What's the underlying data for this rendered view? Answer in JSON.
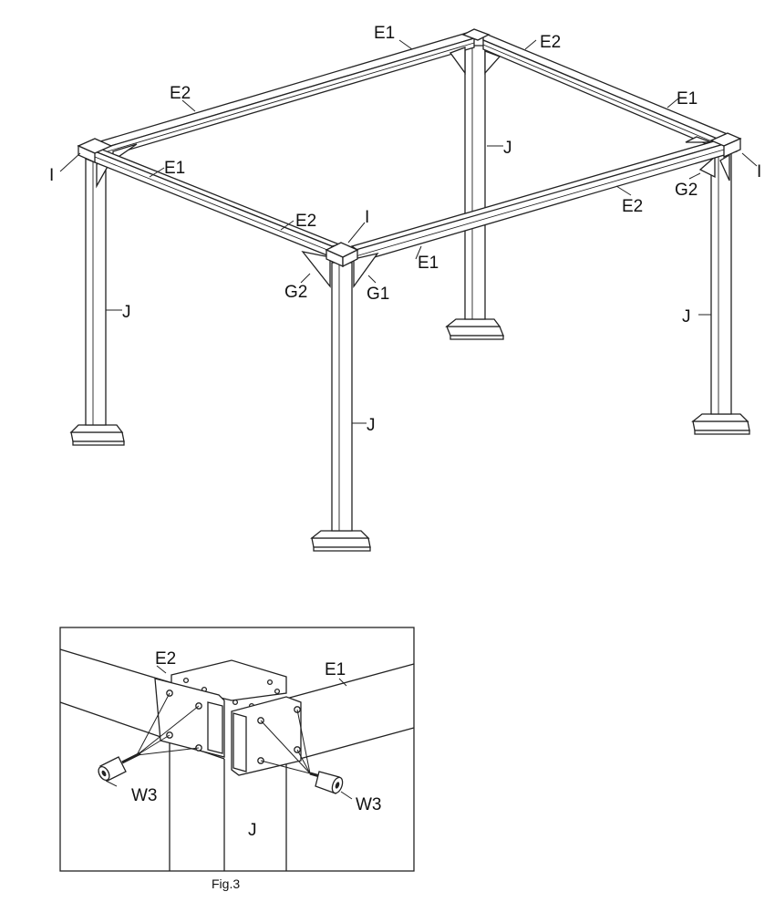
{
  "main_labels": {
    "e1_back": "E1",
    "e2_back_right": "E2",
    "e2_left": "E2",
    "e1_right": "E1",
    "j_back": "J",
    "i_left": "I",
    "e1_front_left": "E1",
    "i_right": "I",
    "g2_right": "G2",
    "e2_front_right": "E2",
    "e2_front_left": "E2",
    "i_front": "I",
    "e1_front": "E1",
    "g2_front": "G2",
    "g1_front": "G1",
    "j_left": "J",
    "j_right": "J",
    "j_front": "J"
  },
  "detail": {
    "e2": "E2",
    "e1": "E1",
    "w3_left": "W3",
    "w3_right": "W3",
    "j": "J",
    "caption": "Fig.3"
  }
}
